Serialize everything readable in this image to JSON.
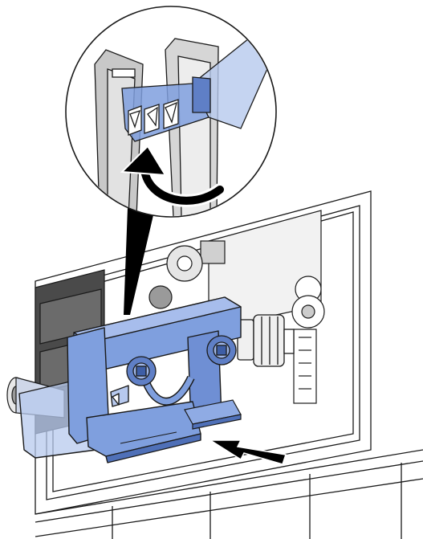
{
  "illustration": {
    "colors": {
      "blue_fill": "#7f9fde",
      "blue_light": "#b7c9ee",
      "blue_dark": "#4f70b8",
      "outline": "#1a1a1a",
      "grey_fill": "#c8c8c8",
      "grey_dark": "#6e6e6e",
      "panel": "#ffffff",
      "arrow": "#000000"
    },
    "icons": [
      "zoom-detail-circle",
      "curved-rotate-arrow",
      "insert-direction-arrow",
      "pointer-wedge"
    ]
  }
}
